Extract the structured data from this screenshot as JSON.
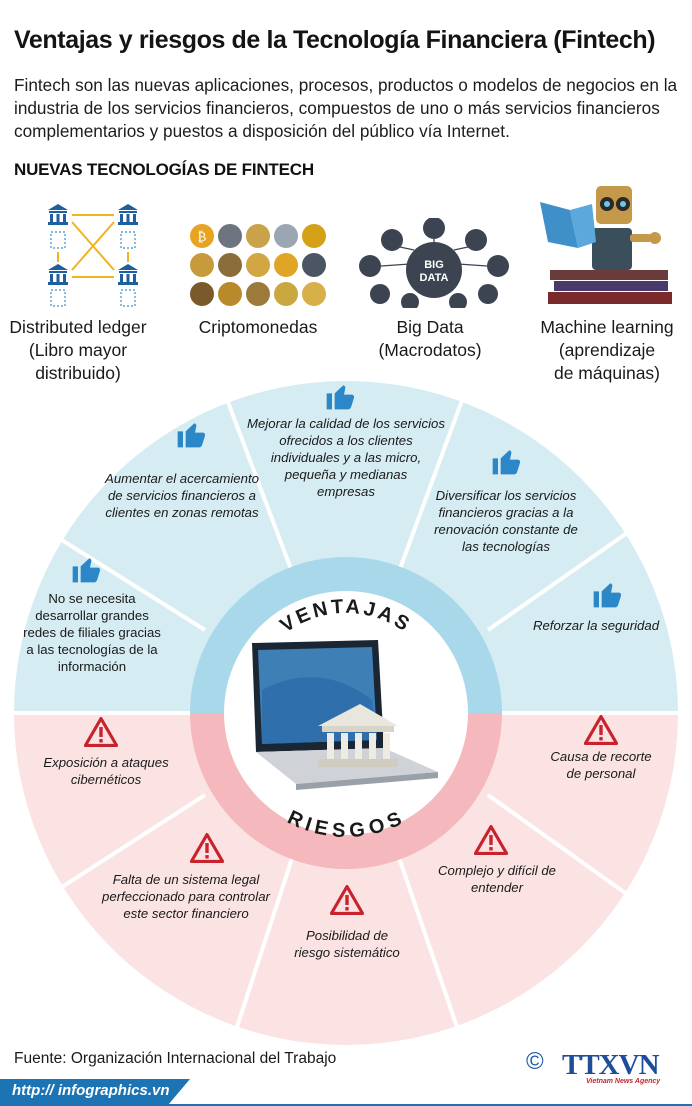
{
  "header": {
    "title": "Ventajas y riesgos de la Tecnología Financiera  (Fintech)",
    "intro": "Fintech son las nuevas aplicaciones, procesos, productos o modelos de negocios en la industria de los servicios financieros, compuestos de uno o más servicios financieros complementarios y puestos a disposición del público vía Internet.",
    "subhead": "NUEVAS TECNOLOGÍAS DE FINTECH"
  },
  "technologies": [
    {
      "label": "Distributed ledger\n(Libro mayor\ndistribuido)",
      "icon": "ledger-network-icon"
    },
    {
      "label": "Criptomonedas",
      "icon": "coins-icon"
    },
    {
      "label": "Big Data\n(Macrodatos)",
      "icon": "big-data-icon"
    },
    {
      "label": "Machine learning\n(aprendizaje\nde máquinas)",
      "icon": "robot-reading-icon"
    }
  ],
  "wheel": {
    "advantages_word": "VENTAJAS",
    "risks_word": "RIESGOS",
    "advantages_color": "#d6ecf3",
    "advantages_ring": "#a9d8ea",
    "risks_color": "#fbe3e4",
    "risks_ring": "#f4b8bd",
    "icon_blue": "#2b87c8",
    "icon_red": "#c8232c"
  },
  "advantages": [
    {
      "text": "No se necesita\ndesarrollar grandes\nredes de filiales gracias\na las tecnologías de la\ninformación",
      "icon": "thumbs-up-icon"
    },
    {
      "text": "Aumentar el acercamiento\nde servicios financieros a\nclientes en zonas remotas",
      "icon": "thumbs-up-icon"
    },
    {
      "text": "Mejorar la calidad de los servicios\nofrecidos a los clientes\nindividuales y a las micro,\npequeña y medianas\nempresas",
      "icon": "thumbs-up-icon"
    },
    {
      "text": "Diversificar los servicios\nfinancieros gracias a la\nrenovación constante de\nlas tecnologías",
      "icon": "thumbs-up-icon"
    },
    {
      "text": "Reforzar la seguridad",
      "icon": "thumbs-up-icon"
    }
  ],
  "risks": [
    {
      "text": "Exposición a ataques\ncibernéticos",
      "icon": "warning-icon"
    },
    {
      "text": "Falta de un sistema legal\nperfeccionado para controlar\neste sector financiero",
      "icon": "warning-icon"
    },
    {
      "text": "Posibilidad de\nriesgo sistemático",
      "icon": "warning-icon"
    },
    {
      "text": "Complejo y difícil de\nentender",
      "icon": "warning-icon"
    },
    {
      "text": "Causa de recorte\nde personal",
      "icon": "warning-icon"
    }
  ],
  "footer": {
    "source": "Fuente: Organización Internacional del Trabajo",
    "url": "http:// infographics.vn",
    "copyright": "©",
    "brand": "TTXVN",
    "brand_sub": "Vietnam News Agency"
  }
}
